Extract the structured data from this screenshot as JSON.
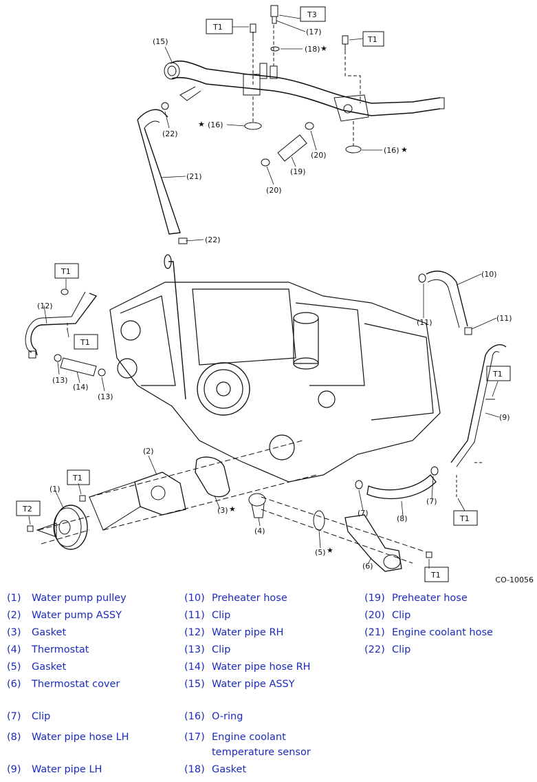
{
  "diagram_code": "CO-10056",
  "torque_labels": [
    {
      "id": "t1a",
      "text": "T1"
    },
    {
      "id": "t3",
      "text": "T3"
    },
    {
      "id": "t1b",
      "text": "T1"
    },
    {
      "id": "t1c",
      "text": "T1"
    },
    {
      "id": "t1d",
      "text": "T1"
    },
    {
      "id": "t1e",
      "text": "T1"
    },
    {
      "id": "t1f",
      "text": "T1"
    },
    {
      "id": "t2",
      "text": "T2"
    },
    {
      "id": "t1g",
      "text": "T1"
    },
    {
      "id": "t1h",
      "text": "T1"
    }
  ],
  "callouts": [
    {
      "id": "c15",
      "text": "(15)"
    },
    {
      "id": "c17",
      "text": "(17)"
    },
    {
      "id": "c18",
      "text": "(18)"
    },
    {
      "id": "c16a",
      "text": "(16)"
    },
    {
      "id": "c16b",
      "text": "(16)"
    },
    {
      "id": "c22a",
      "text": "(22)"
    },
    {
      "id": "c20a",
      "text": "(20)"
    },
    {
      "id": "c19",
      "text": "(19)"
    },
    {
      "id": "c20b",
      "text": "(20)"
    },
    {
      "id": "c21",
      "text": "(21)"
    },
    {
      "id": "c22b",
      "text": "(22)"
    },
    {
      "id": "c10",
      "text": "(10)"
    },
    {
      "id": "c11a",
      "text": "(11)"
    },
    {
      "id": "c11b",
      "text": "(11)"
    },
    {
      "id": "c12",
      "text": "(12)"
    },
    {
      "id": "c13a",
      "text": "(13)"
    },
    {
      "id": "c14",
      "text": "(14)"
    },
    {
      "id": "c13b",
      "text": "(13)"
    },
    {
      "id": "c9",
      "text": "(9)"
    },
    {
      "id": "c2",
      "text": "(2)"
    },
    {
      "id": "c1",
      "text": "(1)"
    },
    {
      "id": "c3",
      "text": "(3)"
    },
    {
      "id": "c4",
      "text": "(4)"
    },
    {
      "id": "c7a",
      "text": "(7)"
    },
    {
      "id": "c8",
      "text": "(8)"
    },
    {
      "id": "c7b",
      "text": "(7)"
    },
    {
      "id": "c5",
      "text": "(5)"
    },
    {
      "id": "c6",
      "text": "(6)"
    }
  ],
  "legend": [
    [
      {
        "num": "(1)",
        "name": "Water pump pulley"
      },
      {
        "num": "(2)",
        "name": "Water pump ASSY"
      },
      {
        "num": "(3)",
        "name": "Gasket"
      },
      {
        "num": "(4)",
        "name": "Thermostat"
      },
      {
        "num": "(5)",
        "name": "Gasket"
      },
      {
        "num": "(6)",
        "name": "Thermostat cover"
      },
      {
        "num": "(7)",
        "name": "Clip"
      },
      {
        "num": "(8)",
        "name": "Water pipe hose LH"
      },
      {
        "num": "(9)",
        "name": "Water pipe LH"
      }
    ],
    [
      {
        "num": "(10)",
        "name": "Preheater hose"
      },
      {
        "num": "(11)",
        "name": "Clip"
      },
      {
        "num": "(12)",
        "name": "Water pipe RH"
      },
      {
        "num": "(13)",
        "name": "Clip"
      },
      {
        "num": "(14)",
        "name": "Water pipe hose RH"
      },
      {
        "num": "(15)",
        "name": "Water pipe ASSY"
      },
      {
        "num": "(16)",
        "name": "O-ring"
      },
      {
        "num": "(17)",
        "name": "Engine coolant temperature sensor"
      },
      {
        "num": "(18)",
        "name": "Gasket"
      }
    ],
    [
      {
        "num": "(19)",
        "name": "Preheater hose"
      },
      {
        "num": "(20)",
        "name": "Clip"
      },
      {
        "num": "(21)",
        "name": "Engine coolant hose"
      },
      {
        "num": "(22)",
        "name": "Clip"
      }
    ]
  ]
}
